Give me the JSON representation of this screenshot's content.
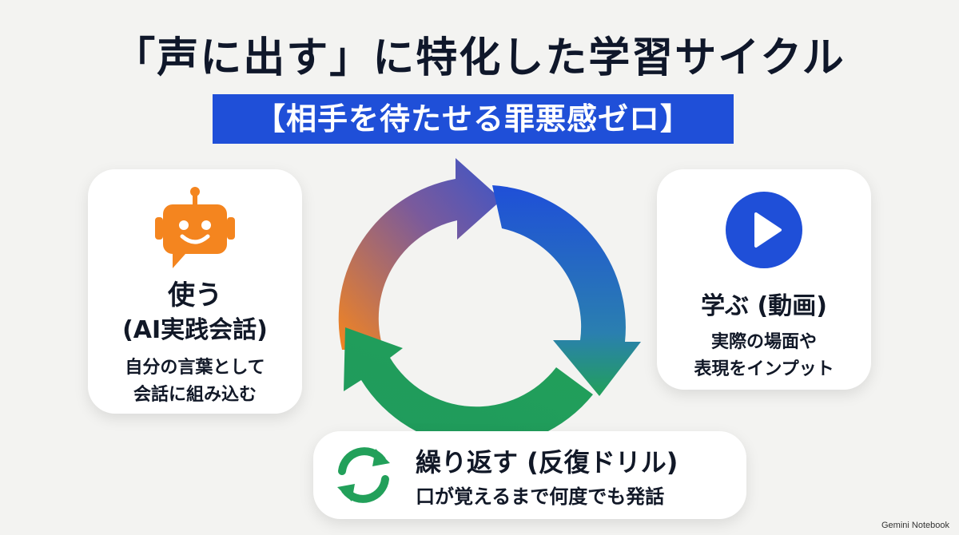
{
  "title": "「声に出す」に特化した学習サイクル",
  "subtitle": "【相手を待たせる罪悪感ゼロ】",
  "colors": {
    "orange": "#f4851f",
    "blue": "#1f4fd8",
    "green": "#22a05a",
    "purple": "#6b4c9a"
  },
  "cards": {
    "use": {
      "icon": "robot-chat-icon",
      "heading_line1": "使う",
      "heading_line2": "(AI実践会話)",
      "text_line1": "自分の言葉として",
      "text_line2": "会話に組み込む"
    },
    "learn": {
      "icon": "play-icon",
      "heading": "学ぶ (動画)",
      "text_line1": "実際の場面や",
      "text_line2": "表現をインプット"
    },
    "repeat": {
      "icon": "refresh-icon",
      "heading": "繰り返す (反復ドリル)",
      "text": "口が覚えるまで何度でも発話"
    }
  },
  "watermark": "Gemini Notebook"
}
